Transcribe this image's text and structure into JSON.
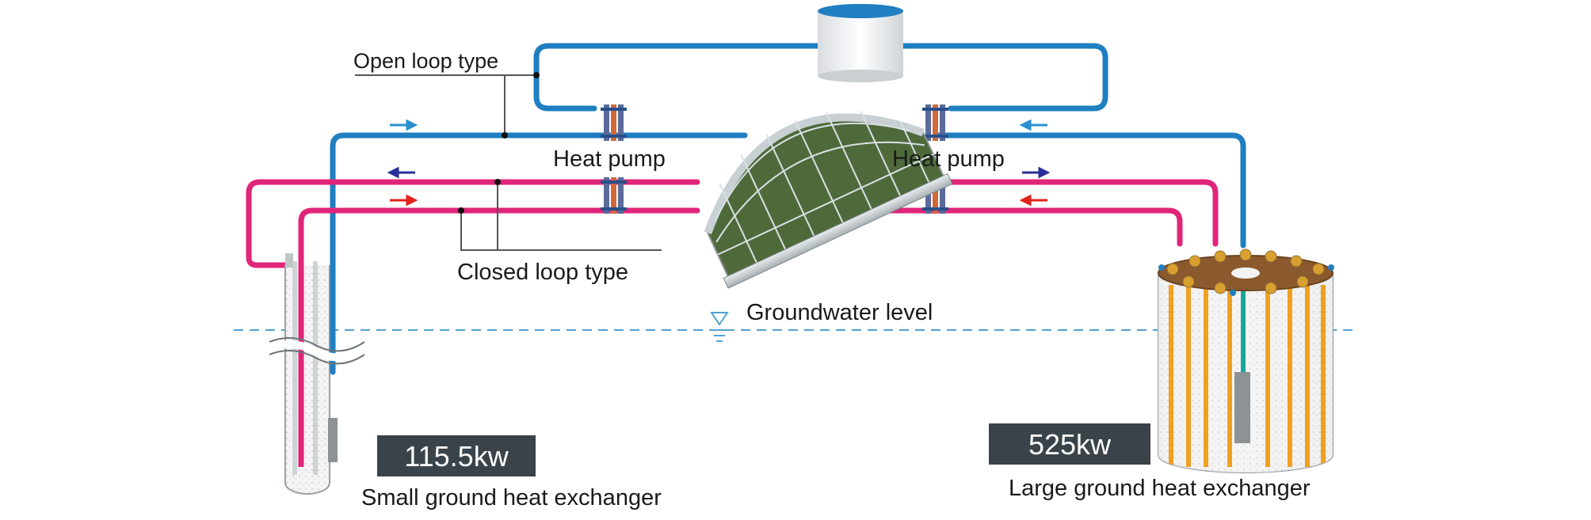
{
  "labels": {
    "open_loop": "Open loop type",
    "closed_loop": "Closed loop type",
    "heat_pump_left": "Heat pump",
    "heat_pump_right": "Heat pump",
    "groundwater": "Groundwater level",
    "small_exchanger": "Small ground heat exchanger",
    "large_exchanger": "Large ground heat exchanger"
  },
  "capacities": {
    "small": "115.5kw",
    "large": "525kw"
  },
  "colors": {
    "open_loop_pipe": "#1f7fc1",
    "closed_loop_pipe": "#e0257a",
    "badge_bg": "#3b434a",
    "groundwater_line": "#4fa3d1",
    "orange_pipe": "#f0a020",
    "arrow_dark_blue": "#2a2f9a",
    "arrow_red": "#e2231a",
    "arrow_light_blue": "#2a8fd0"
  },
  "icons": [
    "water-tank-icon",
    "greenhouse-icon",
    "heat-pump-icon",
    "flow-arrow-icon",
    "groundwater-level-icon"
  ]
}
